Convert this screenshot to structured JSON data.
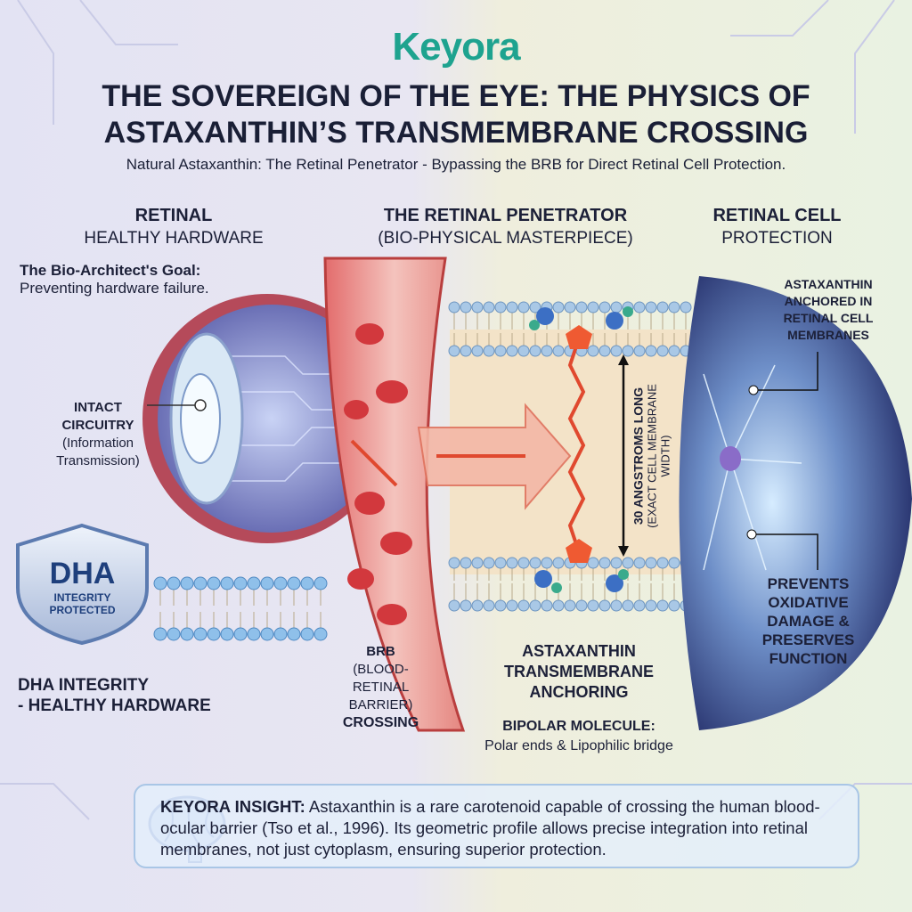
{
  "brand": {
    "logo": "Keyora",
    "color": "#1ea38f"
  },
  "header": {
    "title_line1": "THE SOVEREIGN OF THE EYE: THE PHYSICS OF",
    "title_line2": "ASTAXANTHIN’S TRANSMEMBRANE CROSSING",
    "subtitle": "Natural Astaxanthin: The Retinal Penetrator - Bypassing the BRB for Direct Retinal Cell Protection."
  },
  "left": {
    "heading": "RETINAL",
    "subheading": "HEALTHY HARDWARE",
    "goal_title": "The Bio-Architect's Goal:",
    "goal_text": "Preventing hardware failure.",
    "circuitry_title": "INTACT CIRCUITRY",
    "circuitry_text": "(Information Transmission)",
    "shield_big": "DHA",
    "shield_small1": "INTEGRITY",
    "shield_small2": "PROTECTED",
    "dha_label1": "DHA INTEGRITY",
    "dha_label2": "- HEALTHY HARDWARE"
  },
  "middle": {
    "heading": "THE RETINAL PENETRATOR",
    "subheading": "(BIO-PHYSICAL MASTERPIECE)",
    "brb_title": "BRB",
    "brb_text1": "(BLOOD-RETINAL",
    "brb_text2": "BARRIER)",
    "brb_crossing": "CROSSING",
    "length_title": "30 ANGSTROMS LONG",
    "length_text1": "(EXACT CELL MEMBRANE",
    "length_text2": "WIDTH)",
    "anchor1": "ASTAXANTHIN",
    "anchor2": "TRANSMEMBRANE",
    "anchor3": "ANCHORING",
    "bipolar_title": "BIPOLAR MOLECULE:",
    "bipolar_text": "Polar ends & Lipophilic bridge"
  },
  "right": {
    "heading": "RETINAL CELL",
    "subheading": "PROTECTION",
    "anchored1": "ASTAXANTHIN",
    "anchored2": "ANCHORED IN",
    "anchored3": "RETINAL CELL",
    "anchored4": "MEMBRANES",
    "prevents1": "PREVENTS",
    "prevents2": "OXIDATIVE",
    "prevents3": "DAMAGE &",
    "prevents4": "PRESERVES",
    "prevents5": "FUNCTION"
  },
  "insight": {
    "label": "KEYORA INSIGHT:",
    "text": " Astaxanthin is a rare carotenoid capable of crossing the human blood-ocular barrier (Tso et al., 1996). Its geometric profile allows precise integration into retinal membranes, not just cytoplasm, ensuring superior protection."
  }
}
